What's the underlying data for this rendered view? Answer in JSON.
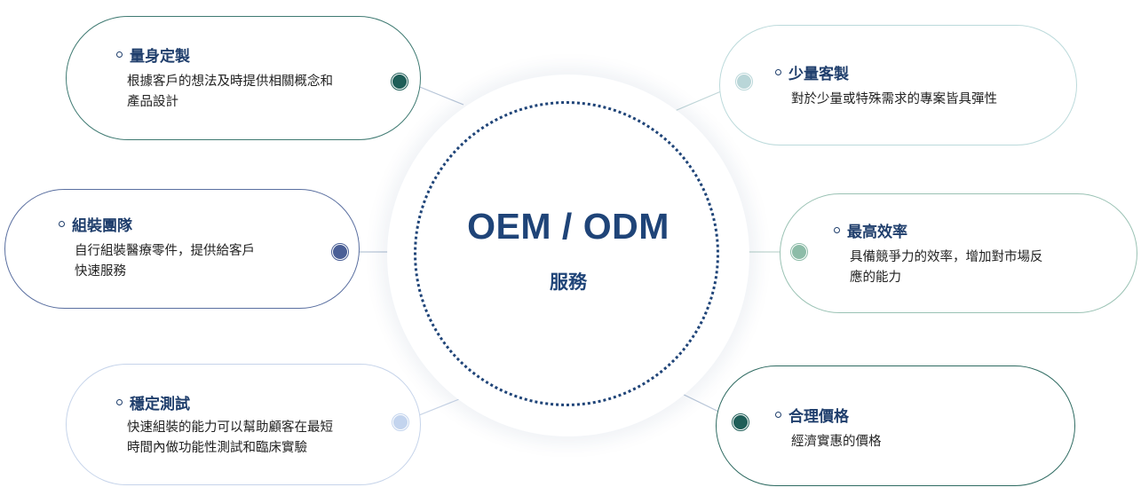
{
  "center": {
    "title": "OEM / ODM",
    "subtitle": "服務"
  },
  "items": [
    {
      "title": "量身定製",
      "desc_line1": "根據客戶的想法及時提供相關概念和",
      "desc_line2": "產品設計",
      "color": "#1f5e58"
    },
    {
      "title": "組裝團隊",
      "desc_line1": "自行組裝醫療零件，提供給客戶",
      "desc_line2": "快速服務",
      "color": "#3a4f8a"
    },
    {
      "title": "穩定測試",
      "desc_line1": "快速組裝的能力可以幫助顧客在最短",
      "desc_line2": "時間內做功能性測試和臨床實驗",
      "color": "#a8bfe0"
    },
    {
      "title": "少量客製",
      "desc_line1": "對於少量或特殊需求的專案皆具彈性",
      "desc_line2": "",
      "color": "#a9cfd0"
    },
    {
      "title": "最高效率",
      "desc_line1": "具備競爭力的效率，增加對市場反",
      "desc_line2": "應的能力",
      "color": "#88b8a8"
    },
    {
      "title": "合理價格",
      "desc_line1": "經濟實惠的價格",
      "desc_line2": "",
      "color": "#1f5e58"
    }
  ]
}
